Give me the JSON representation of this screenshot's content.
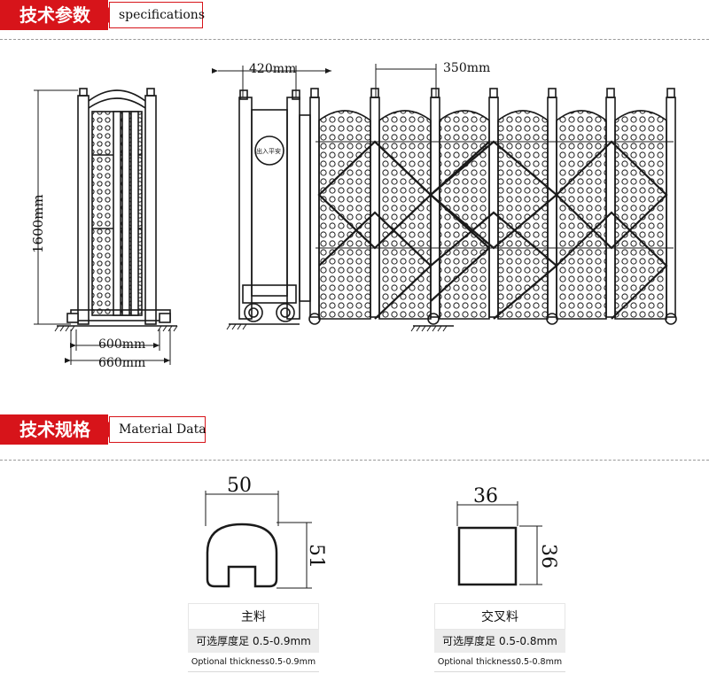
{
  "section1": {
    "title_cn": "技术参数",
    "title_en": "specifications"
  },
  "section2": {
    "title_cn": "技术规格",
    "title_en": "Material Data"
  },
  "gate": {
    "height_label": "1600mm",
    "width_inner_label": "600mm",
    "width_outer_label": "660mm",
    "head_width_label": "420mm",
    "section_width_label": "350mm",
    "plate_text": "出入平安"
  },
  "profiles": {
    "main": {
      "width": "50",
      "height": "51",
      "name": "主料",
      "spec": "可选厚度足 0.5-0.9mm",
      "spec_en": "Optional thickness0.5-0.9mm"
    },
    "cross": {
      "width": "36",
      "height": "36",
      "name": "交叉料",
      "spec": "可选厚度足 0.5-0.8mm",
      "spec_en": "Optional thickness0.5-0.8mm"
    }
  },
  "colors": {
    "brand_red": "#d7141a",
    "line": "#1a1a1a",
    "spec_bg": "#ececec"
  }
}
